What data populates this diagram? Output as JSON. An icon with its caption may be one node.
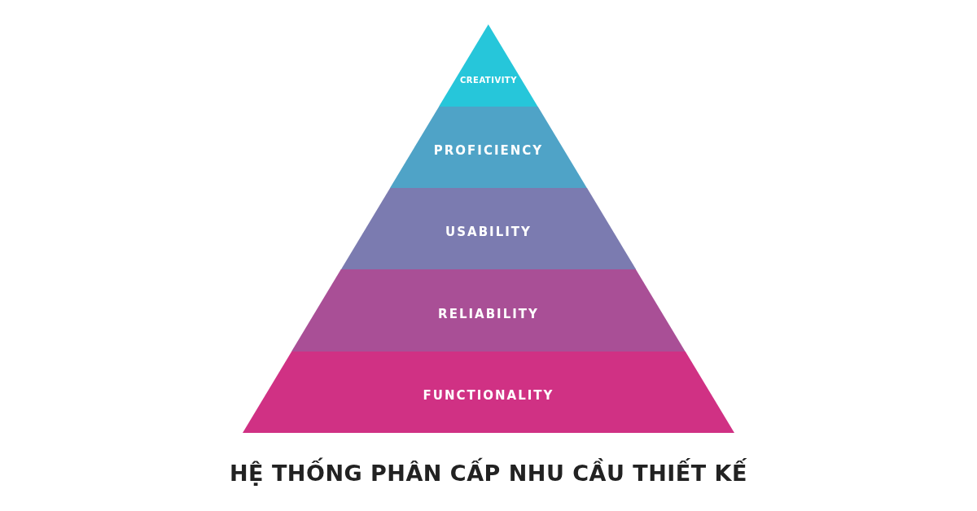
{
  "diagram": {
    "title": "HỆ THỐNG PHÂN CẤP NHU CẦU THIẾT KẾ",
    "nodes": [
      {
        "text": [
          "CREATIVITY"
        ]
      },
      {
        "text": [
          "PROFICIENCY"
        ]
      },
      {
        "text": [
          "USABILITY"
        ]
      },
      {
        "text": [
          "RELIABILITY"
        ]
      },
      {
        "text": [
          "FUNCTIONALITY"
        ]
      }
    ]
  }
}
